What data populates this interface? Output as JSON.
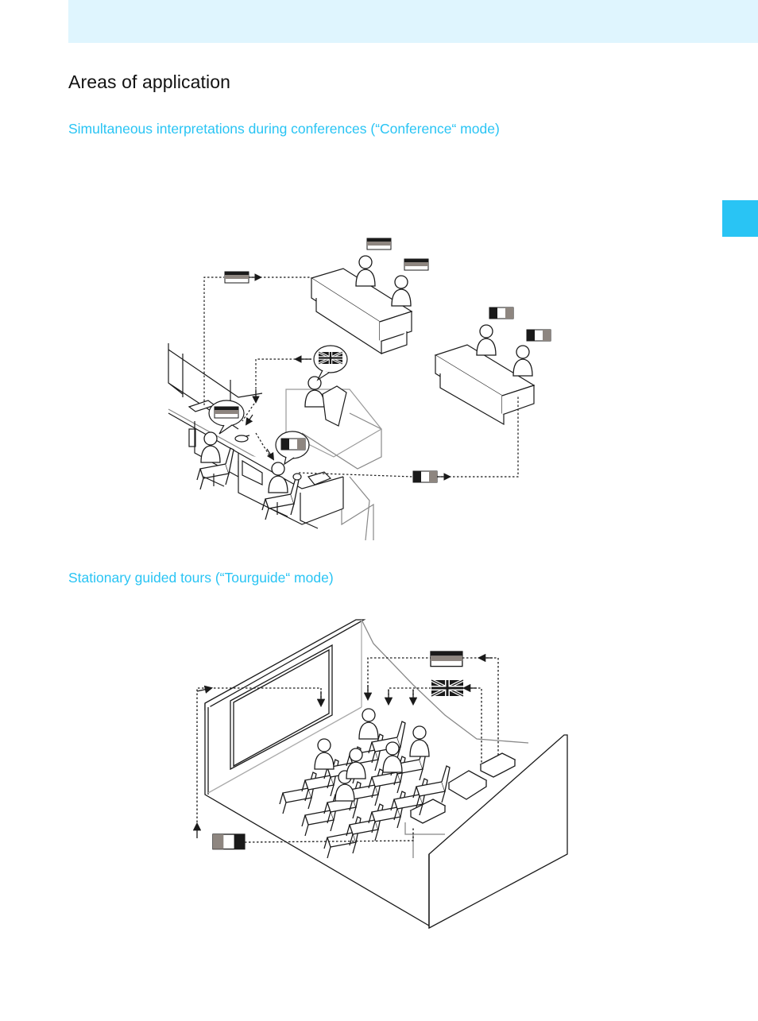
{
  "colors": {
    "accent": "#29c4f4",
    "header_band": "#dff5fe",
    "line": "#1a1a1a",
    "grey_flag": "#8e8680"
  },
  "page": {
    "title": "Areas of application",
    "section1": {
      "heading": "Simultaneous interpretations during conferences (“Conference“ mode)"
    },
    "section2": {
      "heading": "Stationary guided tours (“Tourguide“ mode)"
    }
  },
  "icons": {
    "flag_german": "tricolor-horizontal-flag-icon",
    "flag_italian": "tricolor-vertical-flag-icon",
    "flag_uk": "union-jack-flag-icon"
  }
}
